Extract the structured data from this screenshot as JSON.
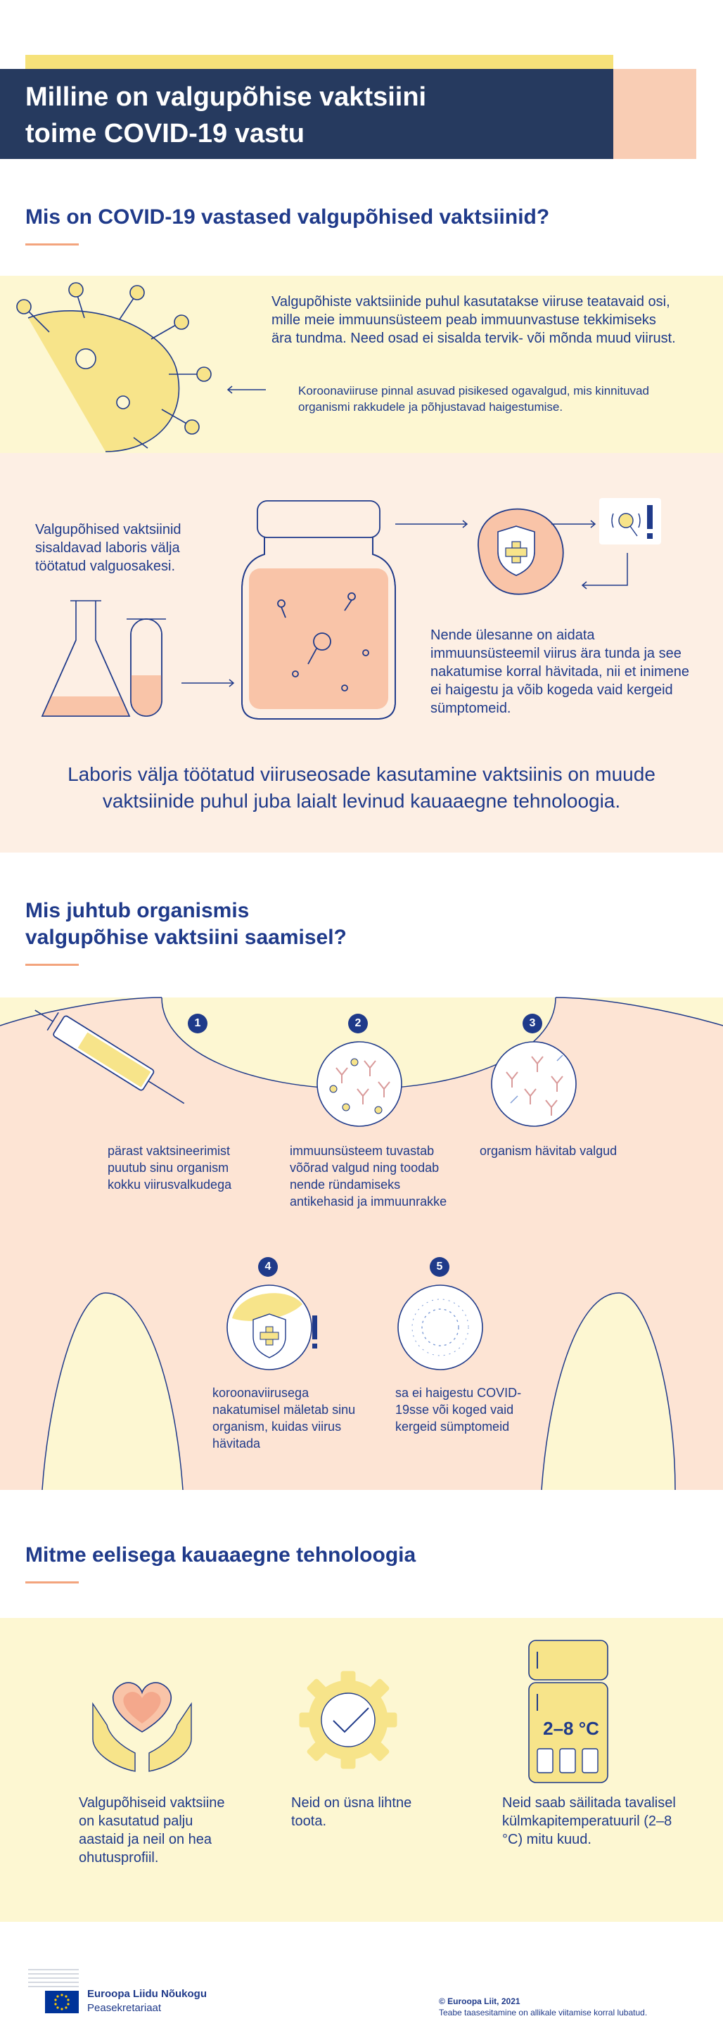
{
  "header": {
    "title_line1": "Milline on valgupõhise vaktsiini",
    "title_line2": "toime COVID-19 vastu"
  },
  "section1": {
    "heading": "Mis on COVID-19 vastased valgupõhised vaktsiinid?",
    "intro": "Valgupõhiste vaktsiinide puhul kasutatakse viiruse teatavaid osi, mille meie immuunsüsteem peab immuunvastuse tekkimiseks ära tundma. Need osad ei sisalda tervik- või mõnda muud viirust.",
    "note": "Koroonaviiruse pinnal asuvad pisikesed ogavalgud, mis kinnituvad organismi rakkudele ja põhjustavad haigestumise.",
    "lab_text": "Valgupõhised vaktsiinid sisaldavad laboris välja töötatud valguosakesi.",
    "task_text": "Nende ülesanne on aidata immuunsüsteemil viirus ära tunda ja see nakatumise korral hävitada, nii et inimene ei haigestu ja võib kogeda vaid kergeid sümptomeid.",
    "summary": "Laboris välja töötatud viiruseosade kasutamine vaktsiinis on muude vaktsiinide puhul juba laialt levinud kauaaegne tehnoloogia."
  },
  "section2": {
    "heading_line1": "Mis juhtub organismis",
    "heading_line2": "valgupõhise vaktsiini saamisel?",
    "steps": [
      {
        "num": "1",
        "text": "pärast vaktsineerimist puutub sinu organism kokku viirusvalkudega"
      },
      {
        "num": "2",
        "text": "immuunsüsteem tuvastab võõrad valgud ning toodab nende ründamiseks antikehasid ja immuunrakke"
      },
      {
        "num": "3",
        "text": "organism hävitab valgud"
      },
      {
        "num": "4",
        "text": "koroonaviirusega nakatumisel mäletab sinu organism, kuidas viirus hävitada"
      },
      {
        "num": "5",
        "text": "sa ei haigestu COVID-19sse või koged vaid kergeid sümptomeid"
      }
    ]
  },
  "section3": {
    "heading": "Mitme eelisega kauaaegne tehnoloogia",
    "benefits": [
      {
        "text": "Valgupõhiseid vaktsiine on kasutatud palju aastaid ja neil on hea ohutusprofiil.",
        "icon": "heart-hands-icon"
      },
      {
        "text": "Neid on üsna lihtne toota.",
        "icon": "gear-check-icon"
      },
      {
        "text": "Neid saab säilitada tavalisel külmkapitemperatuuril (2–8 °C) mitu kuud.",
        "icon": "fridge-icon"
      }
    ],
    "fridge_label": "2–8 °C"
  },
  "footer": {
    "org_name": "Euroopa Liidu Nõukogu",
    "org_sub": "Peasekretariaat",
    "copyright": "© Euroopa Liit, 2021",
    "rights": "Teabe taasesitamine on allikale viitamise korral lubatud."
  },
  "colors": {
    "navy": "#263a5f",
    "blue_text": "#1f3a8a",
    "yellow": "#f6e27a",
    "peach": "#f9cdb4",
    "accent_line": "#f3a47d"
  }
}
